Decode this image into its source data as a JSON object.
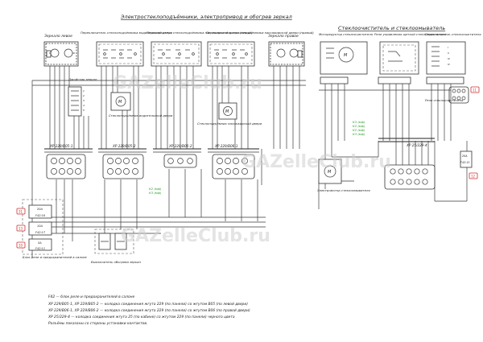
{
  "titles": {
    "left": "Электростеклоподъёмники, электропривод и обогрев зеркал",
    "right": "Стеклоочиститель и стеклоомыватель"
  },
  "components": {
    "mirror_left": "Зеркало левое",
    "switch_driver": "Переключатель стеклоподъёмника водительской двери",
    "switch_passenger_left": "Переключатель стеклоподъёмника пассажирской двери (левый)",
    "switch_passenger_right": "Переключатель стеклоподъёмника пассажирской двери (правый)",
    "mirror_right": "Зеркало правое",
    "mirror_joystick": "Джойстик зеркал",
    "motor_driver": "Стеклоподъёмник водительской двери",
    "motor_passenger": "Стеклоподъёмник пассажирской двери",
    "wiper_motor": "Моторедуктор стеклоочистителя",
    "wiper_relay": "Реле управления щеткой стеклоочистителя",
    "wiper_switch": "Переключатель стеклоочистителя",
    "washer_motor": "Электромотор стеклоомывателя",
    "wiper_relay_small": "Реле стеклоочистителя",
    "relay_block": "Блок реле и предохранителей в салоне",
    "heater_switch": "Выключатель обогрева зеркал"
  },
  "connectors": {
    "c1": "ХР 229/В05-1",
    "c2": "ХР 229/В05-2",
    "c3": "ХР 229/В06-2",
    "c4": "ХР 229/В06-1",
    "c5": "ХР 25/229-4"
  },
  "fuses": {
    "f16_rating": "20А",
    "f16_label": "F42:16",
    "f17_rating": "10А",
    "f17_label": "F42:17",
    "f11_rating": "5А",
    "f11_label": "F42:11",
    "f13_rating": "20А",
    "f13_label": "F42:13"
  },
  "markers": {
    "m1": "31",
    "m2": "13",
    "m3": "10",
    "m4": "11",
    "m5": "12"
  },
  "green_labels": [
    "К2 (мф)",
    "К3 (мф)",
    "К3 (мф)",
    "К2 (мф)",
    "К2 (мф)",
    "К3 (мф)"
  ],
  "watermark": "GAZelleClub.ru",
  "notes": [
    "F42 — блок реле и предохранителей в салоне",
    "ХР 229/В05-1, ХР 229/В05-2 — колодка соединения жгута 229 (по панели) со жгутом В05 (по левой двери)",
    "ХР 229/В06-1, ХР 229/В06-2 — колодка соединения жгута 229 (по панели) со жгутом В06 (по правой двери)",
    "ХР 25/229-4 — колодка соединения жгута 25 (по кабине) со жгутом 229 (по панели) черного цвета",
    "Разъёмы показаны со стороны установки контактов."
  ]
}
